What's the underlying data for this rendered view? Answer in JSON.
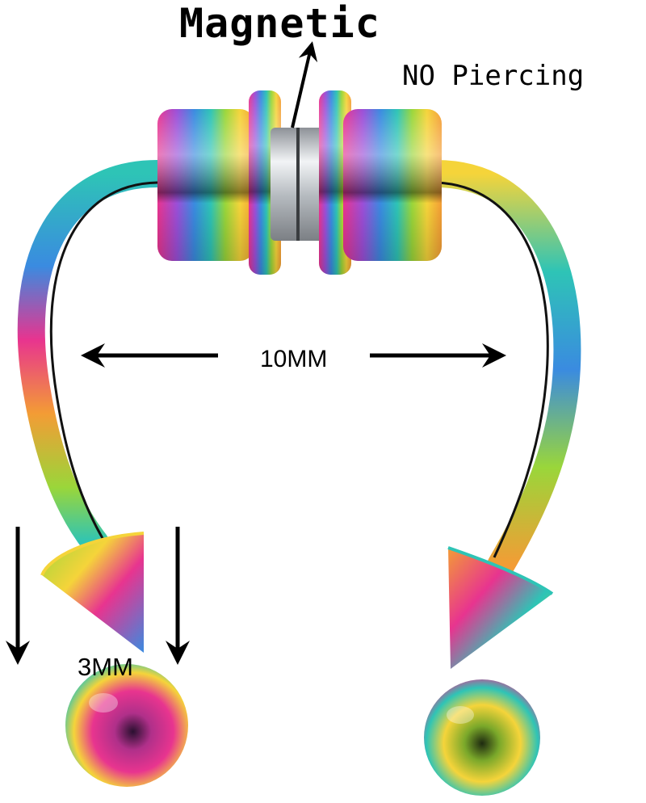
{
  "labels": {
    "magnetic": "Magnetic",
    "no_piercing": "NO Piercing",
    "width": "10MM",
    "ball_size": "3MM"
  },
  "colors": {
    "background": "#ffffff",
    "text": "#000000",
    "rainbow": [
      "#e8348f",
      "#9b4fd8",
      "#3a8be0",
      "#2ec4b6",
      "#9ad63a",
      "#f5d43a",
      "#f39c35"
    ],
    "magnet_silver": "#d0d4d8"
  }
}
